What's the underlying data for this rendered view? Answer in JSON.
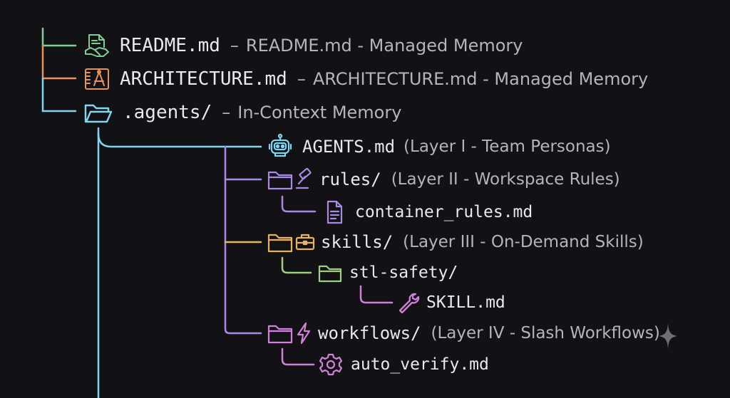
{
  "colors": {
    "green": "#7dcf93",
    "orange": "#e8915a",
    "cyan": "#7fd6ee",
    "purple": "#a989e6",
    "yellow": "#e7b266",
    "magenta": "#d27fde",
    "text": "#e9e9ec",
    "muted": "#b4b4ba",
    "background": "#121215"
  },
  "tree": {
    "readme": {
      "name": "README.md",
      "description": "README.md - Managed Memory",
      "icon": "document-handshake-icon"
    },
    "architecture": {
      "name": "ARCHITECTURE.md",
      "description": "ARCHITECTURE.md - Managed Memory",
      "icon": "blueprint-compass-icon"
    },
    "agents_dir": {
      "name": ".agents/",
      "description": "In-Context Memory",
      "icon": "folder-open-icon"
    },
    "agents_md": {
      "name": "AGENTS.md",
      "description": "(Layer I - Team Personas)",
      "icon": "robot-icon"
    },
    "rules": {
      "name": "rules/",
      "description": "(Layer II - Workspace Rules)",
      "icon": "gavel-icon"
    },
    "container_rules": {
      "name": "container_rules.md",
      "icon": "file-text-icon"
    },
    "skills": {
      "name": "skills/",
      "description": "(Layer III - On-Demand Skills)",
      "icon": "briefcase-icon"
    },
    "stl_safety": {
      "name": "stl-safety/",
      "icon": "folder-icon"
    },
    "skill_md": {
      "name": "SKILL.md",
      "icon": "wrench-icon"
    },
    "workflows": {
      "name": "workflows/",
      "description": "(Layer IV - Slash Workflows)",
      "icon": "lightning-icon"
    },
    "auto_verify": {
      "name": "auto_verify.md",
      "icon": "gear-icon"
    }
  }
}
